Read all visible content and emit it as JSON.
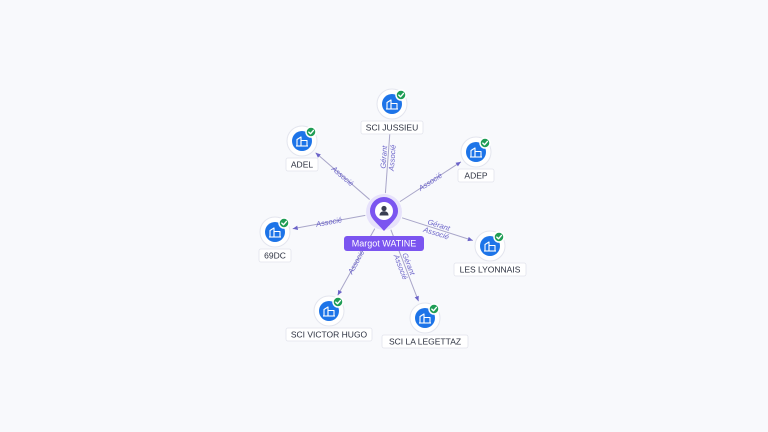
{
  "graph": {
    "center": {
      "name": "Margot WATINE",
      "icon": "person-icon"
    },
    "colors": {
      "accent": "#7b55f0",
      "company_icon": "#1d74e8",
      "verified": "#1f9d55",
      "edge_label": "#6b63c9"
    },
    "companies": [
      {
        "name": "SCI JUSSIEU",
        "relation": [
          "Gérant",
          "Associé"
        ],
        "verified": true
      },
      {
        "name": "ADEP",
        "relation": [
          "Associé"
        ],
        "verified": true
      },
      {
        "name": "LES LYONNAIS",
        "relation": [
          "Gérant",
          "Associé"
        ],
        "verified": true
      },
      {
        "name": "SCI LA LEGETTAZ",
        "relation": [
          "Gérant",
          "Associé"
        ],
        "verified": true
      },
      {
        "name": "SCI VICTOR HUGO",
        "relation": [
          "Associé"
        ],
        "verified": true
      },
      {
        "name": "69DC",
        "relation": [
          "Associé"
        ],
        "verified": true
      },
      {
        "name": "ADEL",
        "relation": [
          "Associé"
        ],
        "verified": true
      }
    ]
  }
}
